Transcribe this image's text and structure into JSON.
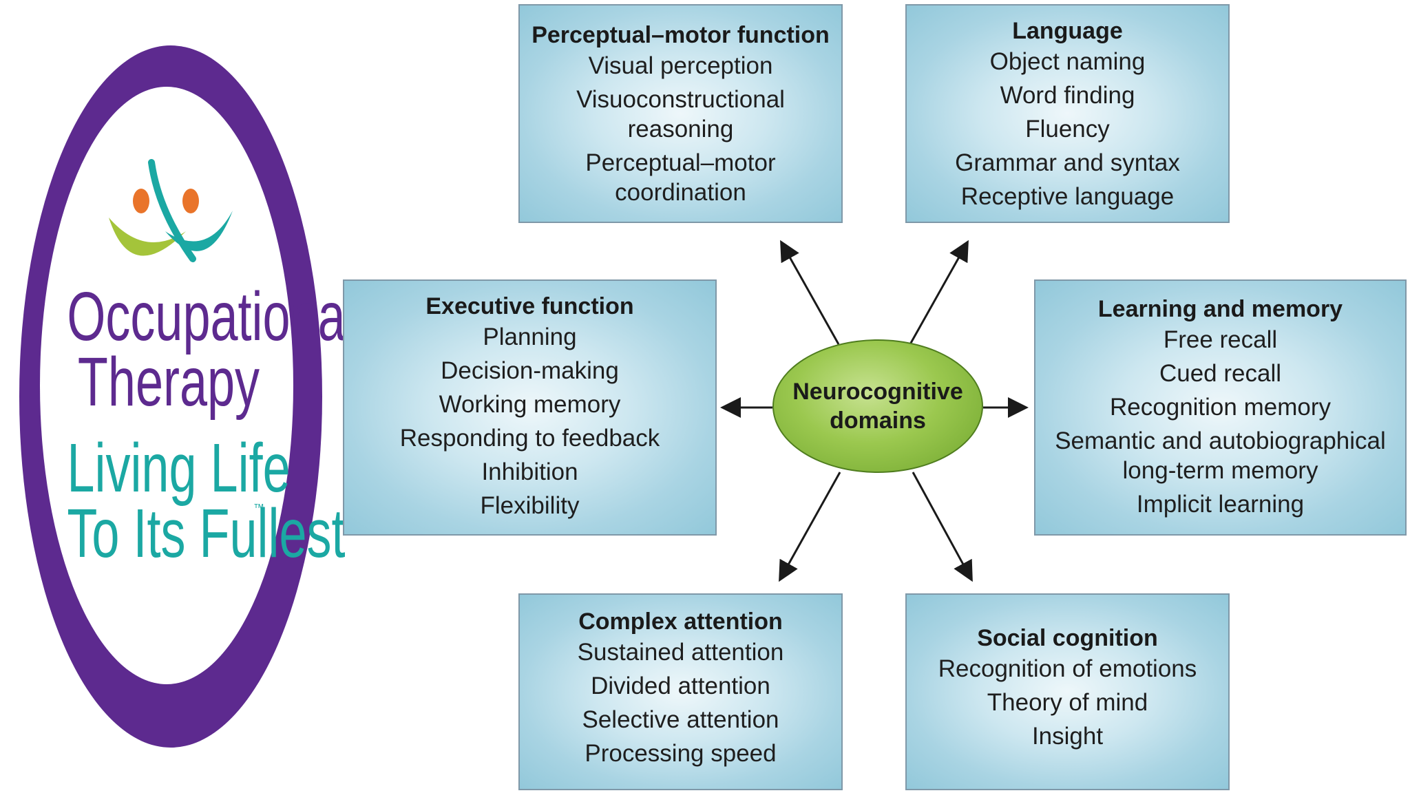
{
  "logo": {
    "line1": "Occupational",
    "line2": "Therapy",
    "line3": "Living Life",
    "line4": "To Its Fullest",
    "trademark": "™",
    "colors": {
      "ring": "#5d2a8f",
      "teal": "#1ba8a3",
      "green": "#a4c43a",
      "orange": "#e9742a"
    }
  },
  "center": {
    "line1": "Neurocognitive",
    "line2": "domains"
  },
  "domains": {
    "perceptual_motor": {
      "title": "Perceptual–motor function",
      "items": [
        "Visual perception",
        "Visuoconstructional",
        "reasoning",
        "Perceptual–motor",
        "coordination"
      ]
    },
    "language": {
      "title": "Language",
      "items": [
        "Object naming",
        "Word finding",
        "Fluency",
        "Grammar and syntax",
        "Receptive language"
      ]
    },
    "executive": {
      "title": "Executive function",
      "items": [
        "Planning",
        "Decision-making",
        "Working memory",
        "Responding to feedback",
        "Inhibition",
        "Flexibility"
      ]
    },
    "learning_memory": {
      "title": "Learning and memory",
      "items": [
        "Free recall",
        "Cued recall",
        "Recognition memory",
        "Semantic and autobiographical",
        "long-term memory",
        "Implicit learning"
      ]
    },
    "attention": {
      "title": "Complex attention",
      "items": [
        "Sustained attention",
        "Divided attention",
        "Selective attention",
        "Processing speed"
      ]
    },
    "social": {
      "title": "Social cognition",
      "items": [
        "Recognition of emotions",
        "Theory of mind",
        "Insight"
      ]
    }
  },
  "colors": {
    "box_fill": "#a9d4e3",
    "box_border": "#7f98a8",
    "center_fill": "#9bc84f",
    "arrow": "#1a1a1a"
  }
}
